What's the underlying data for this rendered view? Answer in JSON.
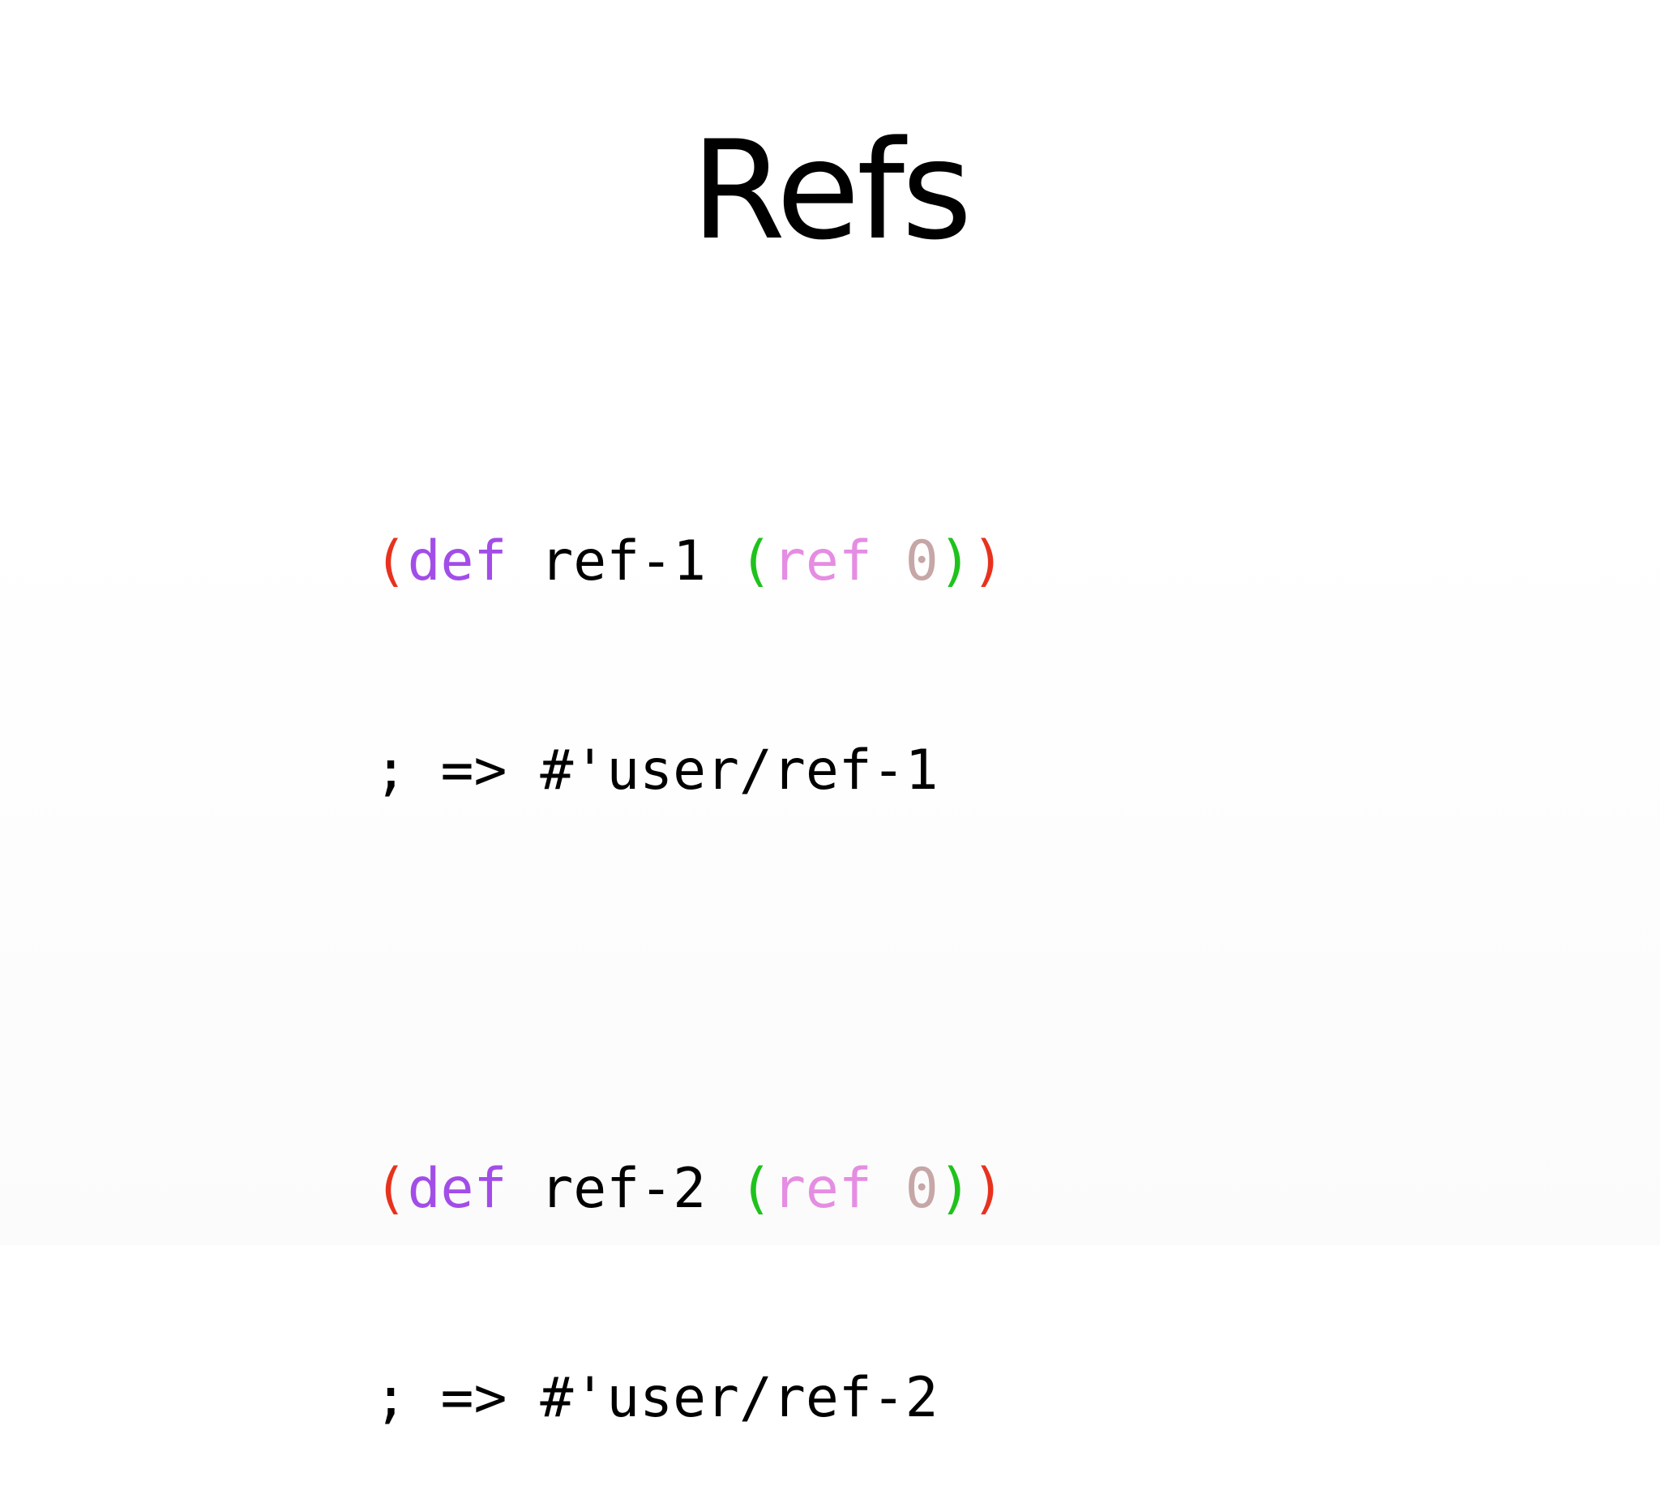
{
  "slide": {
    "title": "Refs",
    "code_lines": [
      [
        {
          "text": "(",
          "color": "#e8321e"
        },
        {
          "text": "def",
          "color": "#a24de8"
        },
        {
          "text": " ref-1 ",
          "color": "#000000"
        },
        {
          "text": "(",
          "color": "#1fc21c"
        },
        {
          "text": "ref",
          "color": "#e58de2"
        },
        {
          "text": " ",
          "color": "#000000"
        },
        {
          "text": "0",
          "color": "#c6a6a6"
        },
        {
          "text": ")",
          "color": "#1fc21c"
        },
        {
          "text": ")",
          "color": "#e8321e"
        }
      ],
      [
        {
          "text": "; => #'user/ref-1",
          "color": "#000000"
        }
      ],
      [],
      [
        {
          "text": "(",
          "color": "#e8321e"
        },
        {
          "text": "def",
          "color": "#a24de8"
        },
        {
          "text": " ref-2 ",
          "color": "#000000"
        },
        {
          "text": "(",
          "color": "#1fc21c"
        },
        {
          "text": "ref",
          "color": "#e58de2"
        },
        {
          "text": " ",
          "color": "#000000"
        },
        {
          "text": "0",
          "color": "#c6a6a6"
        },
        {
          "text": ")",
          "color": "#1fc21c"
        },
        {
          "text": ")",
          "color": "#e8321e"
        }
      ],
      [
        {
          "text": "; => #'user/ref-2",
          "color": "#000000"
        }
      ]
    ]
  }
}
